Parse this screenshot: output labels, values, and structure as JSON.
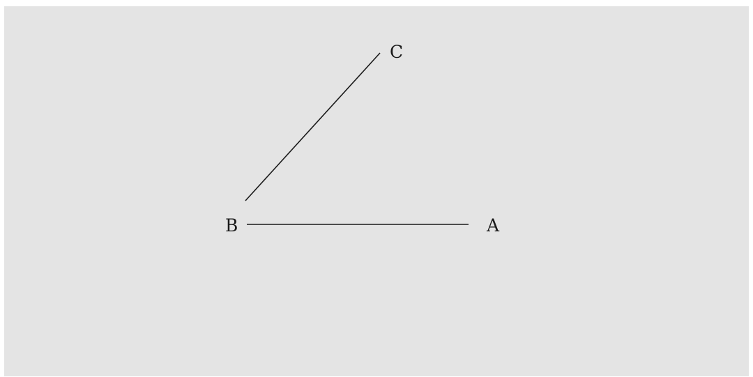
{
  "diagram": {
    "colors": {
      "background": "#e4e4e4",
      "stroke": "#1a1a1a"
    },
    "points": {
      "a": {
        "label": "A"
      },
      "b": {
        "label": "B"
      },
      "c": {
        "label": "C"
      }
    }
  }
}
